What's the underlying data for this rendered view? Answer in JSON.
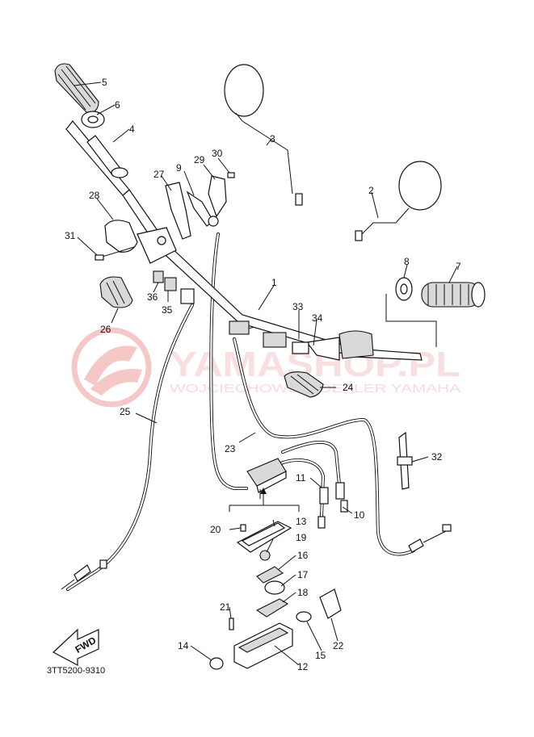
{
  "watermark": {
    "brand": "YAMASHOP.PL",
    "tagline": "WOJCIECHOWSKI DEALER YAMAHA",
    "color": "#e88a8a"
  },
  "diagram_code": "3TT5200-9310",
  "fwd_label": "FWD",
  "callouts": [
    {
      "id": "c1",
      "text": "1"
    },
    {
      "id": "c2",
      "text": "2"
    },
    {
      "id": "c3",
      "text": "3"
    },
    {
      "id": "c4",
      "text": "4"
    },
    {
      "id": "c5",
      "text": "5"
    },
    {
      "id": "c6",
      "text": "6"
    },
    {
      "id": "c7",
      "text": "7"
    },
    {
      "id": "c8",
      "text": "8"
    },
    {
      "id": "c9",
      "text": "9"
    },
    {
      "id": "c10",
      "text": "10"
    },
    {
      "id": "c11",
      "text": "11"
    },
    {
      "id": "c12",
      "text": "12"
    },
    {
      "id": "c13",
      "text": "13"
    },
    {
      "id": "c14",
      "text": "14"
    },
    {
      "id": "c15",
      "text": "15"
    },
    {
      "id": "c16",
      "text": "16"
    },
    {
      "id": "c17",
      "text": "17"
    },
    {
      "id": "c18",
      "text": "18"
    },
    {
      "id": "c19",
      "text": "19"
    },
    {
      "id": "c20",
      "text": "20"
    },
    {
      "id": "c21",
      "text": "21"
    },
    {
      "id": "c22",
      "text": "22"
    },
    {
      "id": "c23",
      "text": "23"
    },
    {
      "id": "c24",
      "text": "24"
    },
    {
      "id": "c25",
      "text": "25"
    },
    {
      "id": "c26",
      "text": "26"
    },
    {
      "id": "c27",
      "text": "27"
    },
    {
      "id": "c28",
      "text": "28"
    },
    {
      "id": "c29",
      "text": "29"
    },
    {
      "id": "c30",
      "text": "30"
    },
    {
      "id": "c31",
      "text": "31"
    },
    {
      "id": "c32",
      "text": "32"
    },
    {
      "id": "c33",
      "text": "33"
    },
    {
      "id": "c34",
      "text": "34"
    },
    {
      "id": "c35",
      "text": "35"
    },
    {
      "id": "c36",
      "text": "36"
    }
  ]
}
